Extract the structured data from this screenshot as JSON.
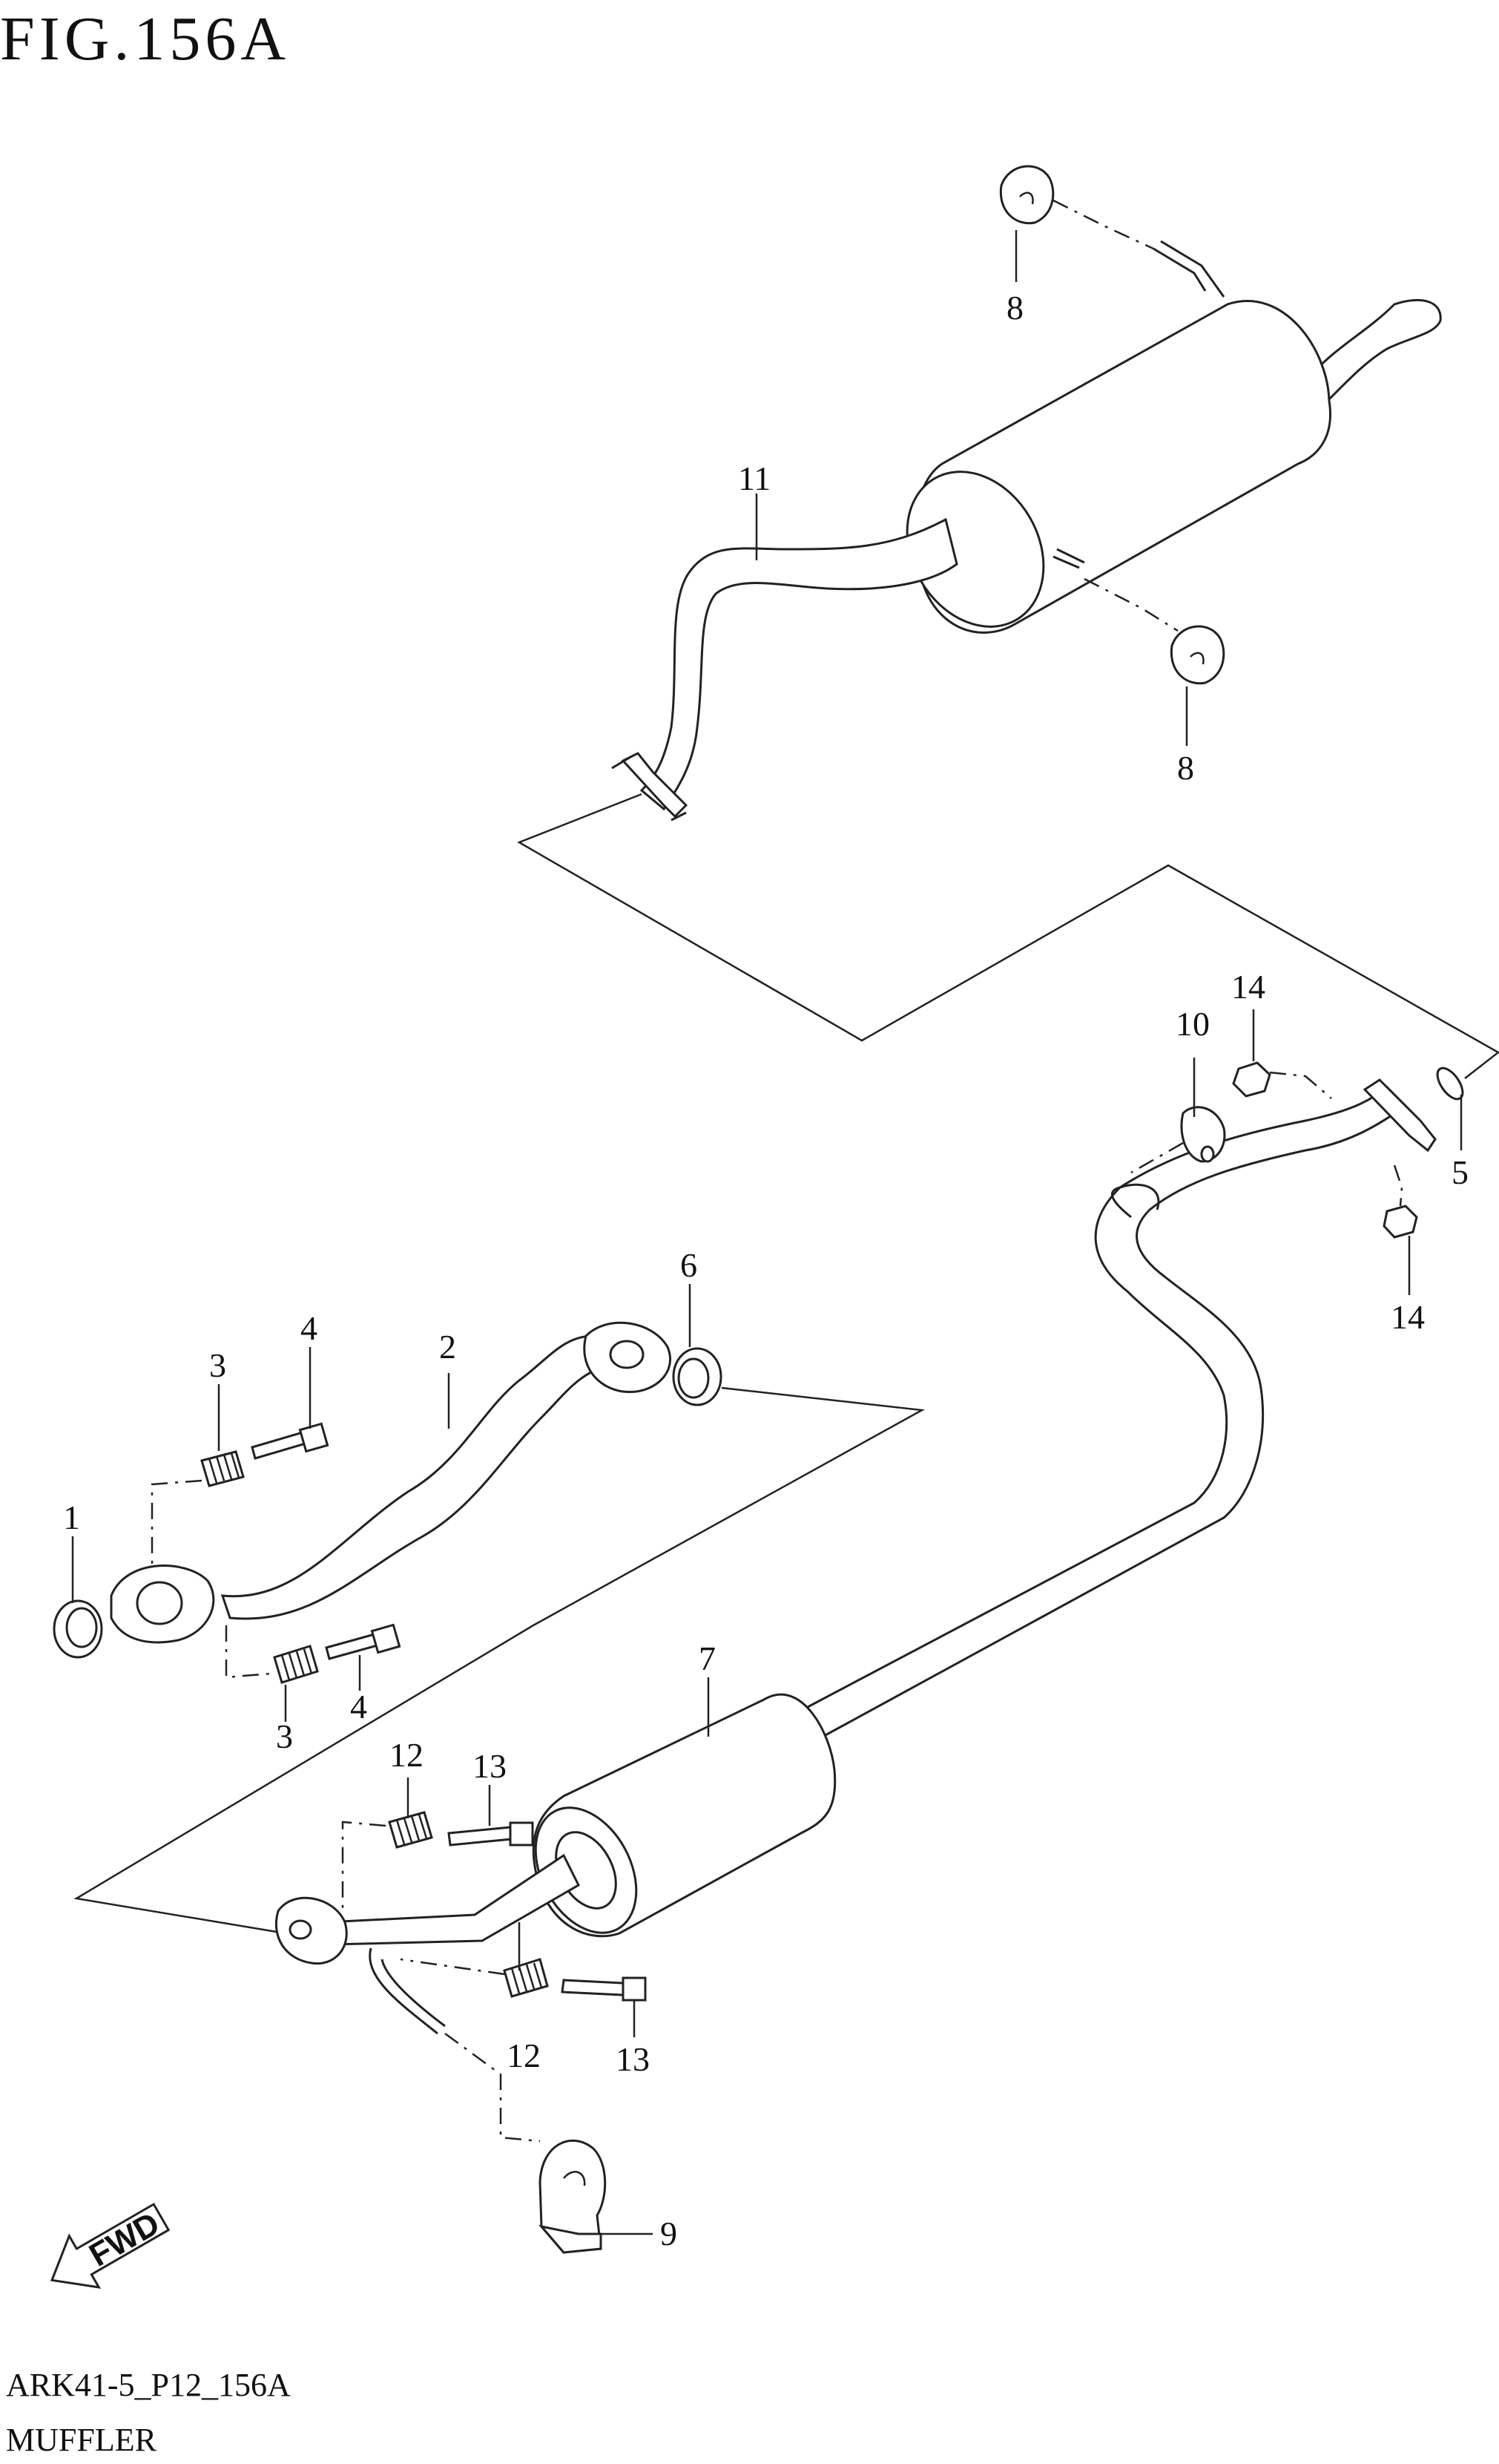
{
  "figure": {
    "title": "FIG.156A",
    "code": "ARK41-5_P12_156A",
    "name": "MUFFLER"
  },
  "fwd_label": "FWD",
  "callouts": [
    "1",
    "2",
    "3",
    "3",
    "4",
    "4",
    "5",
    "6",
    "7",
    "8",
    "8",
    "9",
    "10",
    "11",
    "12",
    "12",
    "13",
    "13",
    "14",
    "14"
  ]
}
